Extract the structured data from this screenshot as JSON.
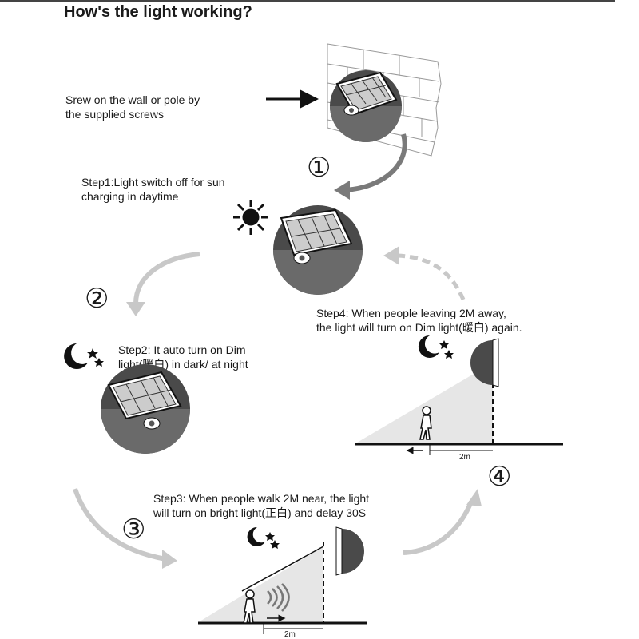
{
  "title": "How's the light working?",
  "mounting": {
    "line1": "Srew on the wall or pole by",
    "line2": "the supplied screws"
  },
  "steps": [
    {
      "number": "①",
      "line1": "Step1:Light switch off for sun",
      "line2": "charging in daytime"
    },
    {
      "number": "②",
      "line1": "Step2: It auto turn on Dim",
      "line2": "light(暖白) in dark/ at night"
    },
    {
      "number": "③",
      "line1": "Step3: When people walk 2M near, the light",
      "line2": "will turn on bright light(正白) and delay 30S",
      "distance_label": "2m"
    },
    {
      "number": "④",
      "line1": "Step4: When people leaving 2M away,",
      "line2": "the light will turn on Dim light(暖白) again.",
      "distance_label": "2m"
    }
  ]
}
